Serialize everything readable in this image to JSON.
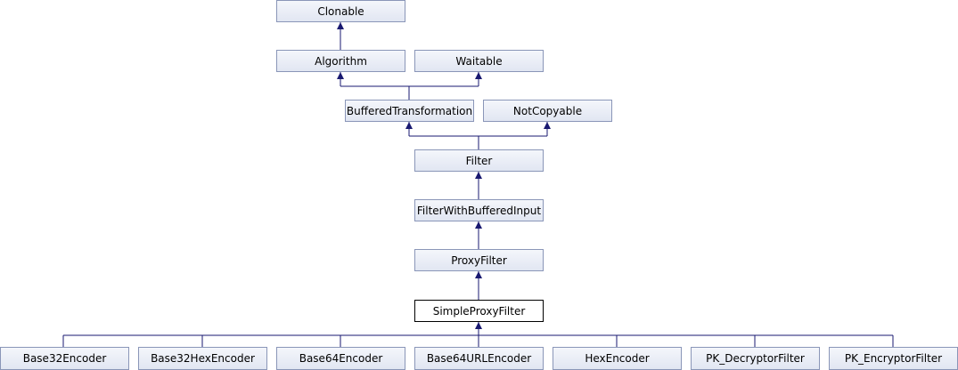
{
  "diagram": {
    "nodes": {
      "clonable": "Clonable",
      "algorithm": "Algorithm",
      "waitable": "Waitable",
      "buffered_transformation": "BufferedTransformation",
      "not_copyable": "NotCopyable",
      "filter": "Filter",
      "filter_with_buffered_input": "FilterWithBufferedInput",
      "proxy_filter": "ProxyFilter",
      "simple_proxy_filter": "SimpleProxyFilter",
      "base32_encoder": "Base32Encoder",
      "base32_hex_encoder": "Base32HexEncoder",
      "base64_encoder": "Base64Encoder",
      "base64_url_encoder": "Base64URLEncoder",
      "hex_encoder": "HexEncoder",
      "pk_decryptor_filter": "PK_DecryptorFilter",
      "pk_encryptor_filter": "PK_EncryptorFilter"
    },
    "colors": {
      "edge": "#191970",
      "node_border": "#8a96b8",
      "node_fill": "#e1e6f2",
      "current_border": "#000000"
    }
  }
}
